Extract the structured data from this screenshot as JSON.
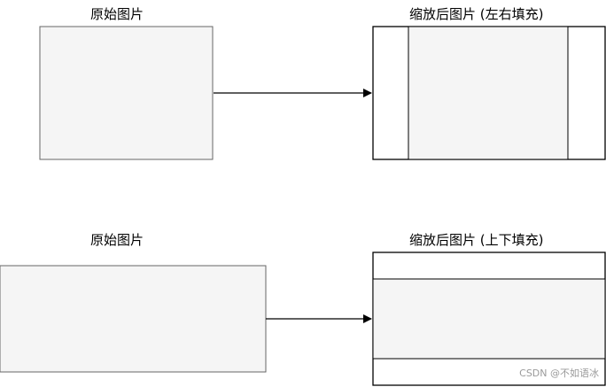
{
  "diagram": {
    "top_row": {
      "source_label": "原始图片",
      "target_label": "缩放后图片 (左右填充)"
    },
    "bottom_row": {
      "source_label": "原始图片",
      "target_label": "缩放后图片 (上下填充)"
    }
  },
  "colors": {
    "image_fill": "#f5f5f5",
    "image_stroke": "#666666",
    "frame_stroke": "#000000",
    "padding_fill": "#ffffff",
    "arrow": "#000000",
    "watermark": "#9a9a9a"
  },
  "watermark": "CSDN @不如语冰"
}
